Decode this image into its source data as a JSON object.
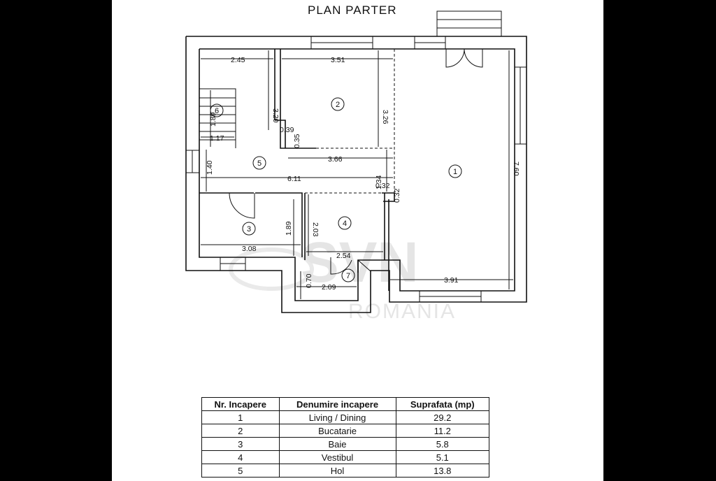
{
  "title": "PLAN PARTER",
  "watermark": {
    "brand": "SVN",
    "country": "ROMANIA"
  },
  "rooms": [
    {
      "num": "1",
      "name": "Living / Dining",
      "area": "29.2"
    },
    {
      "num": "2",
      "name": "Bucatarie",
      "area": "11.2"
    },
    {
      "num": "3",
      "name": "Baie",
      "area": "5.8"
    },
    {
      "num": "4",
      "name": "Vestibul",
      "area": "5.1"
    },
    {
      "num": "5",
      "name": "Hol",
      "area": "13.8"
    },
    {
      "num": "6"
    },
    {
      "num": "7"
    }
  ],
  "dimensions": {
    "d245": "2.45",
    "d351": "3.51",
    "d320": "3.20",
    "d326": "3.26",
    "d189_stair": "1.89",
    "d117": "1.17",
    "d039": "0.39",
    "d035": "0.35",
    "d366": "3.66",
    "d140": "1.40",
    "d611": "6.11",
    "d134": "1.34",
    "d032a": "0.32",
    "d032b": "0.32",
    "d760": "7.60",
    "d203": "2.03",
    "d189_bath": "1.89",
    "d308": "3.08",
    "d254": "2.54",
    "d070": "0.70",
    "d209": "2.09",
    "d391": "3.91"
  },
  "table": {
    "headers": [
      "Nr. Incapere",
      "Denumire incapere",
      "Suprafata (mp)"
    ]
  }
}
